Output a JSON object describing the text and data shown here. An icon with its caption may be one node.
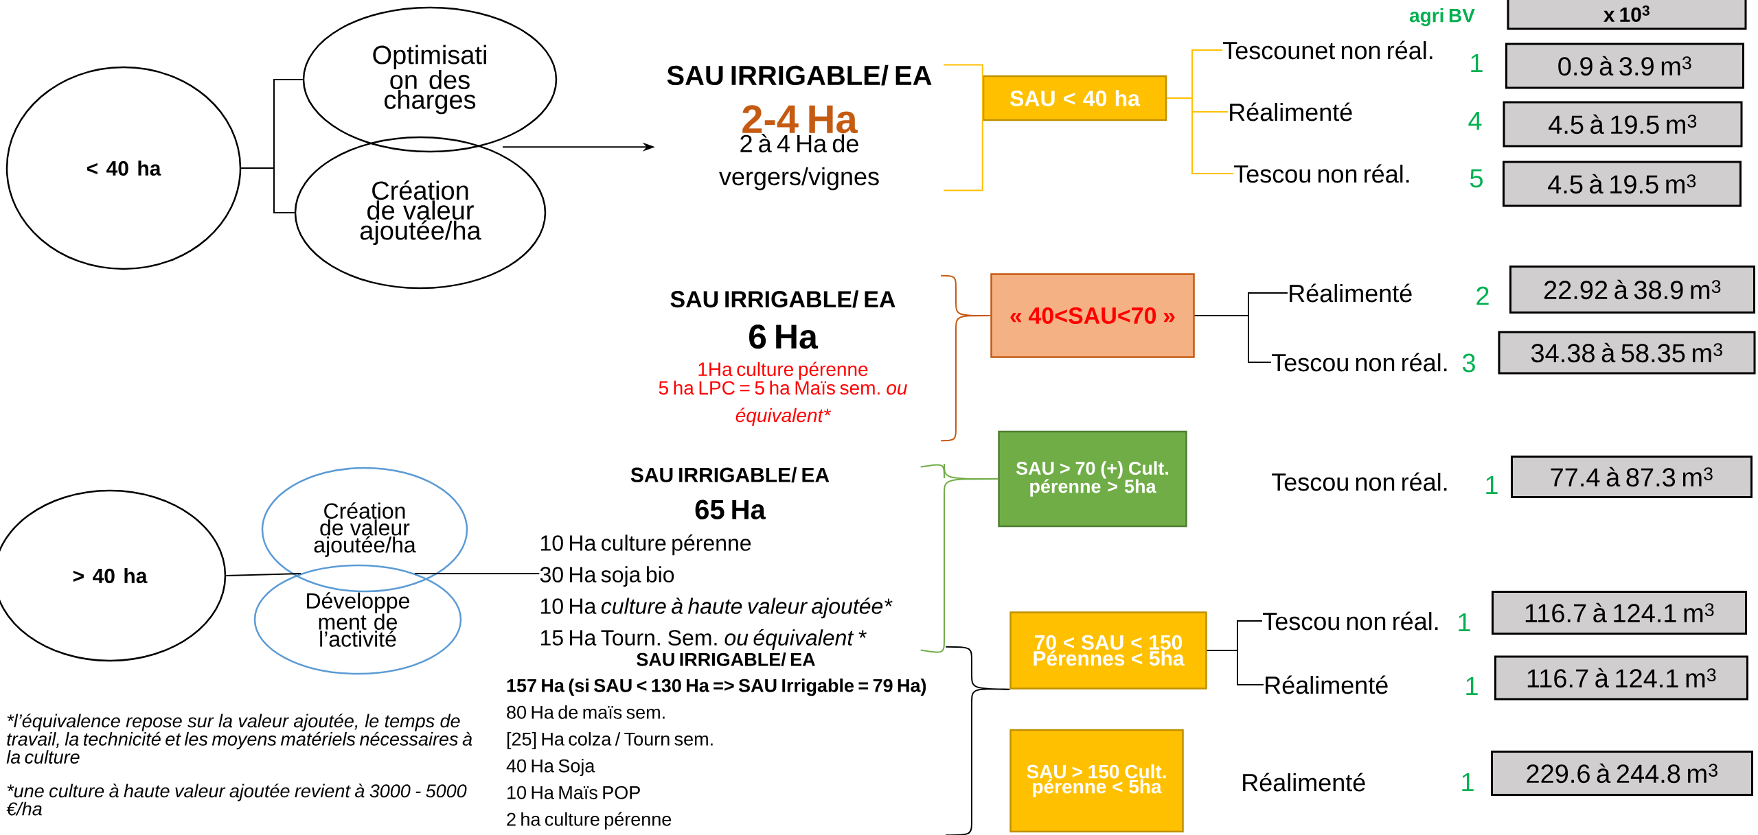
{
  "diagram": {
    "nodes": [
      {
        "text": [
          "< 40 ha"
        ]
      },
      {
        "text": [
          "Optimisati on des charges"
        ]
      },
      {
        "text": [
          "Création de valeur ajoutée/ha"
        ]
      },
      {
        "text": [
          "SAU IRRIGABLE/ EA",
          "2-4 Ha",
          "2 à 4 Ha de vergers/vignes"
        ]
      },
      {
        "text": [
          "SAU < 40 ha"
        ]
      },
      {
        "text": [
          "Tescounet non réal."
        ]
      },
      {
        "text": [
          "Réalimenté"
        ]
      },
      {
        "text": [
          "Tescou non réal."
        ]
      },
      {
        "text": [
          "x 10$^{3}$"
        ]
      },
      {
        "text": [
          "0.9 à 3.9 m$^{3}$"
        ]
      },
      {
        "text": [
          "4.5 à 19.5 m$^{3}$"
        ]
      },
      {
        "text": [
          "4.5 à 19.5 m$^{3}$"
        ]
      },
      {
        "text": [
          "SAU IRRIGABLE/ EA",
          "6 Ha",
          "1Ha culture pérenne",
          "5 ha LPC = 5 ha Maïs sem.",
          "ou équivalent*"
        ]
      },
      {
        "text": [
          "« 40<SAU<70 »"
        ]
      },
      {
        "text": [
          "Réalimenté"
        ]
      },
      {
        "text": [
          "Tescou non réal."
        ]
      },
      {
        "text": [
          "22.92 à 38.9 m$^{3}$"
        ]
      },
      {
        "text": [
          "34.38 à 58.35 m$^{3}$"
        ]
      },
      {
        "text": [
          "> 40 ha"
        ]
      },
      {
        "text": [
          "Création de valeur ajoutée/ha"
        ]
      },
      {
        "text": [
          "Développe ment de l’activité"
        ]
      },
      {
        "text": [
          "SAU IRRIGABLE/ EA",
          "65 Ha",
          "10 Ha culture pérenne",
          "30 Ha soja bio",
          "10 Ha",
          "culture à haute valeur ajoutée*",
          "15 Ha Tourn. Sem.",
          "ou équivalent *"
        ]
      },
      {
        "text": [
          "SAU > 70 (+) Cult. pérenne > 5ha"
        ]
      },
      {
        "text": [
          "77.4 à 87.3 m$^{3}$"
        ]
      },
      {
        "text": [
          "SAU IRRIGABLE/ EA",
          "157 Ha (si SAU < 130 Ha => SAU Irrigable = 79 Ha)",
          "80 Ha de maïs sem.",
          "[25] Ha colza / Tourn sem.",
          "40 Ha Soja",
          "10 Ha Maïs POP",
          "2 ha culture pérenne"
        ]
      },
      {
        "text": [
          "70 < SAU < 150 Pérennes < 5ha"
        ]
      },
      {
        "text": [
          "Tescou non réal."
        ]
      },
      {
        "text": [
          "Réalimenté"
        ]
      },
      {
        "text": [
          "116.7 à 124.1 m$^{3}$"
        ]
      },
      {
        "text": [
          "116.7 à 124.1 m$^{3}$"
        ]
      },
      {
        "text": [
          "SAU > 150 Cult. pérenne < 5ha"
        ]
      },
      {
        "text": [
          "229.6 à 244.8 m$^{3}$"
        ]
      }
    ],
    "edges": [
      {
        "from": 0,
        "to": 1,
        "arrow": "none"
      },
      {
        "from": 0,
        "to": 2,
        "arrow": "none"
      },
      {
        "from": 1,
        "to": 3,
        "arrow": "to"
      },
      {
        "from": 3,
        "to": 4,
        "arrow": "none",
        "color": "#ffc000"
      },
      {
        "from": 4,
        "to": 5,
        "arrow": "none",
        "color": "#ffc000"
      },
      {
        "from": 4,
        "to": 6,
        "arrow": "none",
        "color": "#ffc000"
      },
      {
        "from": 4,
        "to": 7,
        "arrow": "none",
        "color": "#ffc000"
      },
      {
        "from": 12,
        "to": 13,
        "arrow": "none",
        "color": "#c55a11"
      },
      {
        "from": 13,
        "to": 14,
        "arrow": "none"
      },
      {
        "from": 13,
        "to": 15,
        "arrow": "none"
      },
      {
        "from": 18,
        "to": 19,
        "arrow": "none"
      },
      {
        "from": 18,
        "to": 20,
        "arrow": "none"
      },
      {
        "from": 19,
        "to": 21,
        "arrow": "none"
      },
      {
        "from": 20,
        "to": 21,
        "arrow": "none"
      },
      {
        "from": 21,
        "to": 22,
        "arrow": "none",
        "color": "#70ad47"
      },
      {
        "from": 24,
        "to": 25,
        "arrow": "none"
      },
      {
        "from": 25,
        "to": 26,
        "arrow": "none"
      },
      {
        "from": 25,
        "to": 27,
        "arrow": "none"
      }
    ],
    "labels": [
      "agri BV",
      "1",
      "4",
      "5",
      "2",
      "3",
      "Tescou non réal.",
      "1",
      "1",
      "1",
      "Réalimenté",
      "1",
      "*l’équivalence repose sur la valeur ajoutée, le temps de travail, la technicité et les moyens matériels nécessaires à la culture",
      "*une culture à haute valeur ajoutée revient à 3000 - 5000 €/ha"
    ]
  }
}
